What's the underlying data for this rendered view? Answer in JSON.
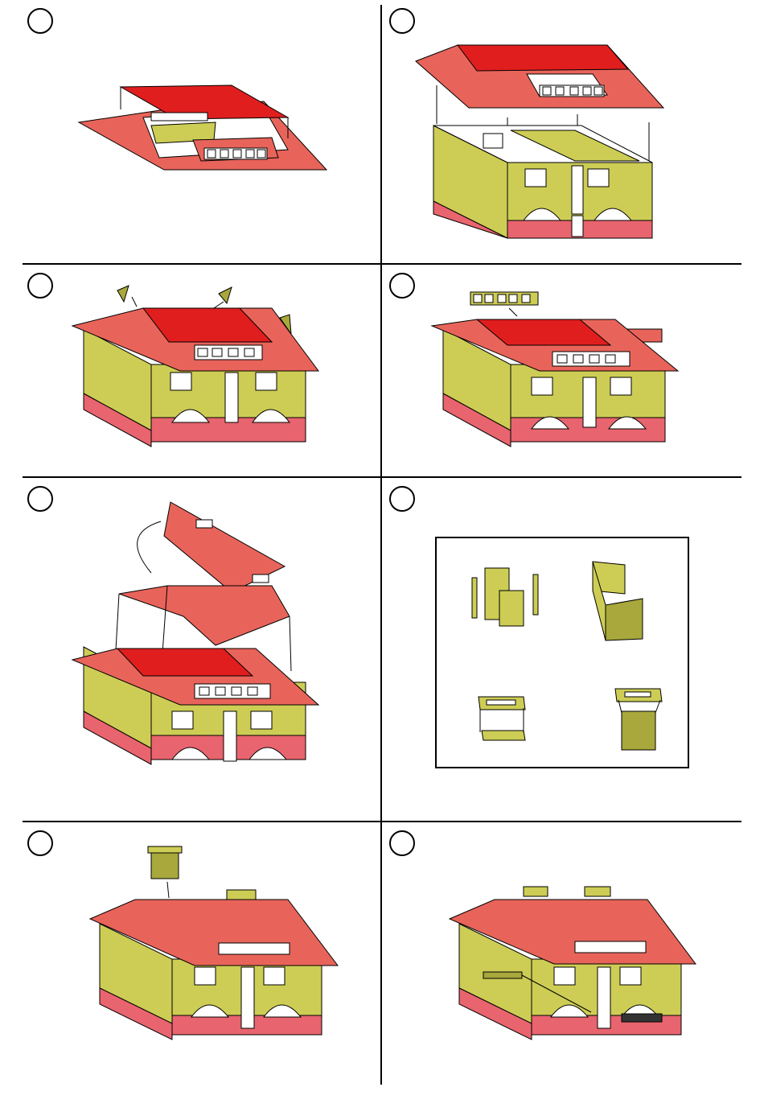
{
  "sheet": {
    "title": "",
    "steps": [
      {
        "id": 1,
        "number": "",
        "label": ""
      },
      {
        "id": 2,
        "number": "",
        "label": ""
      },
      {
        "id": 3,
        "number": "",
        "label": ""
      },
      {
        "id": 4,
        "number": "",
        "label": ""
      },
      {
        "id": 5,
        "number": "",
        "label": ""
      },
      {
        "id": 6,
        "number": "",
        "label": ""
      },
      {
        "id": 7,
        "number": "",
        "label": ""
      },
      {
        "id": 8,
        "number": "",
        "label": ""
      }
    ]
  },
  "colors": {
    "roof_dark": "#e01e1e",
    "roof_tile": "#e8645a",
    "wall": "#cdcd55",
    "wall_shadow": "#a8a83c",
    "brick": "#e8646e",
    "line": "#000000",
    "window": "#ffffff"
  }
}
